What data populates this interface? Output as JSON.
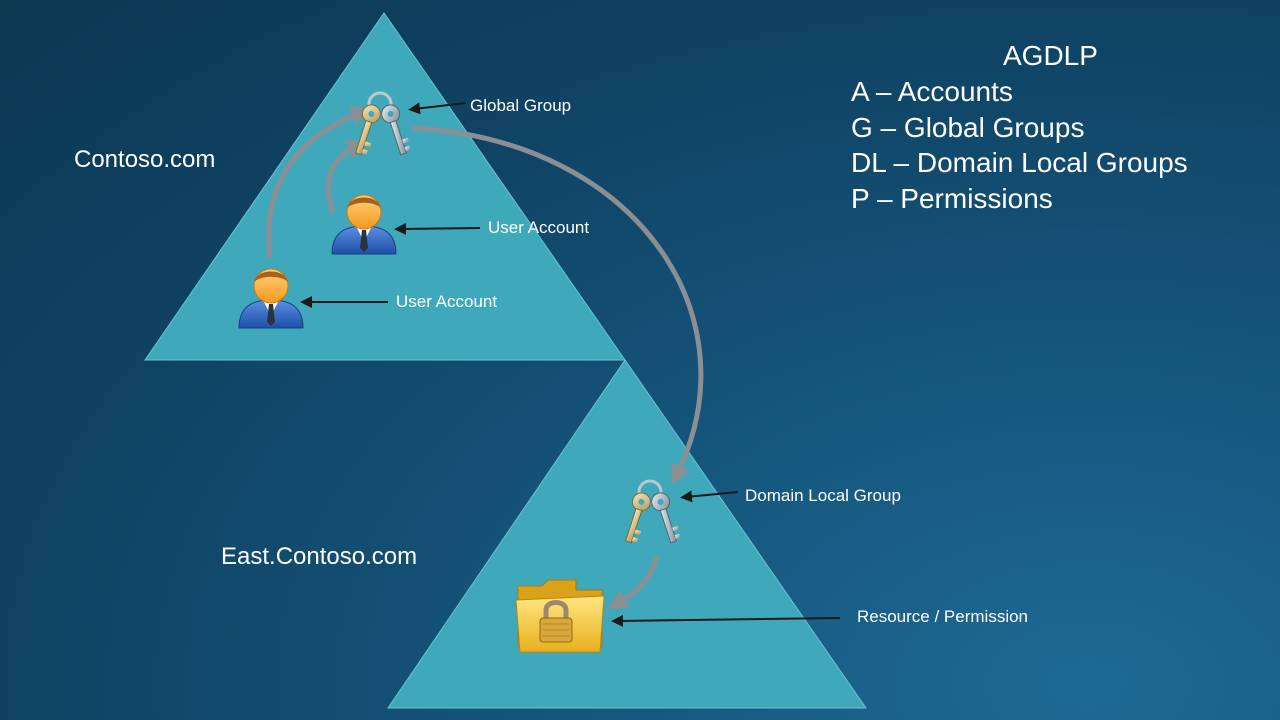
{
  "slide": {
    "domains": {
      "top": "Contoso.com",
      "bottom": "East.Contoso.com"
    },
    "labels": {
      "global_group": "Global Group",
      "user_account_1": "User Account",
      "user_account_2": "User Account",
      "domain_local_group": "Domain Local Group",
      "resource": "Resource / Permission"
    },
    "legend": {
      "title": "AGDLP",
      "items": [
        "A – Accounts",
        "G – Global Groups",
        "DL – Domain Local Groups",
        "P – Permissions"
      ]
    },
    "icons": {
      "global_group": "keys-icon",
      "domain_local_group": "keys-icon",
      "user_account": "user-icon",
      "resource": "locked-folder-icon"
    },
    "colors": {
      "triangle": "#3fa9bb",
      "flow_arrow": "#8a8f94",
      "pointer_arrow": "#1a1a1a",
      "text": "#ffffff"
    }
  }
}
